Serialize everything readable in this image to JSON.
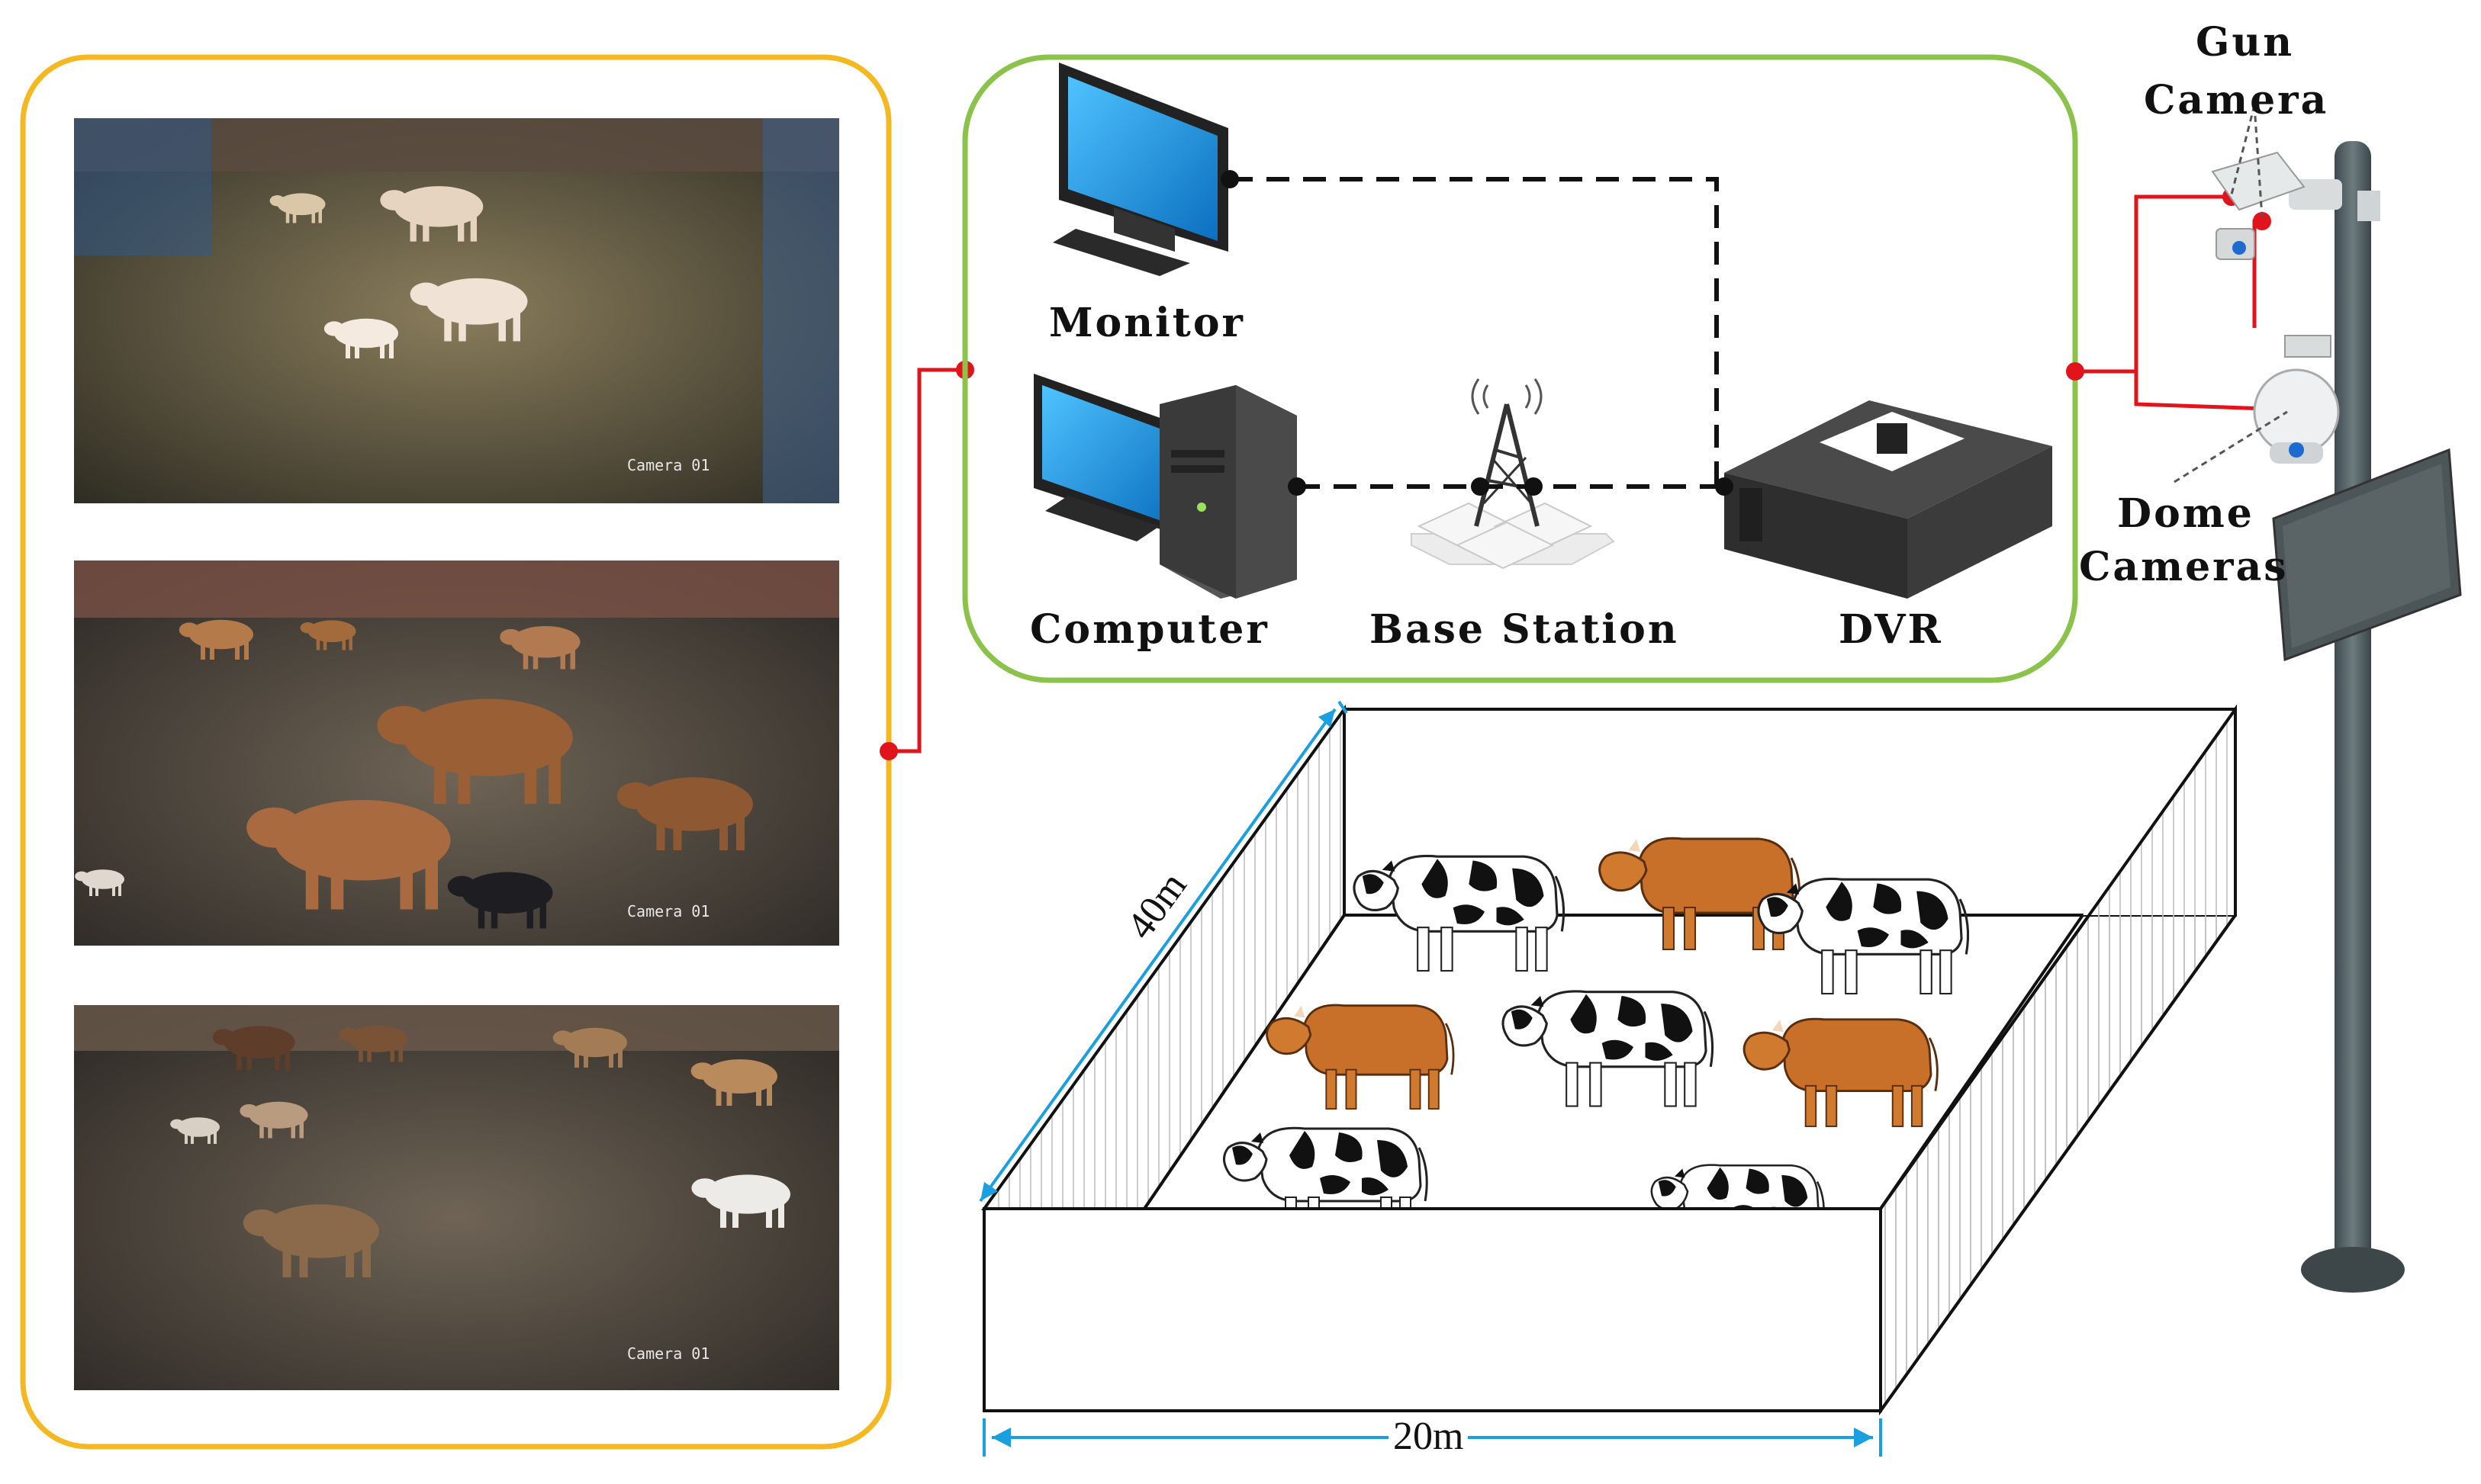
{
  "labels": {
    "gun_camera_line1": "Gun",
    "gun_camera_line2": "Camera",
    "dome_cameras_line1": "Dome",
    "dome_cameras_line2": "Cameras",
    "monitor": "Monitor",
    "computer": "Computer",
    "base_station": "Base Station",
    "dvr": "DVR"
  },
  "dimensions": {
    "depth": "40m",
    "width": "20m"
  },
  "camera_feeds": [
    {
      "overlay": "Camera 01"
    },
    {
      "overlay": "Camera 01"
    },
    {
      "overlay": "Camera 01"
    }
  ],
  "colors": {
    "feed_border": "#f5b820",
    "network_border": "#8bc34a",
    "link_red": "#e0141a",
    "dimension_blue": "#1a9fe0",
    "cow_brown": "#c8702a",
    "screen_blue": "#1a8ee0"
  }
}
